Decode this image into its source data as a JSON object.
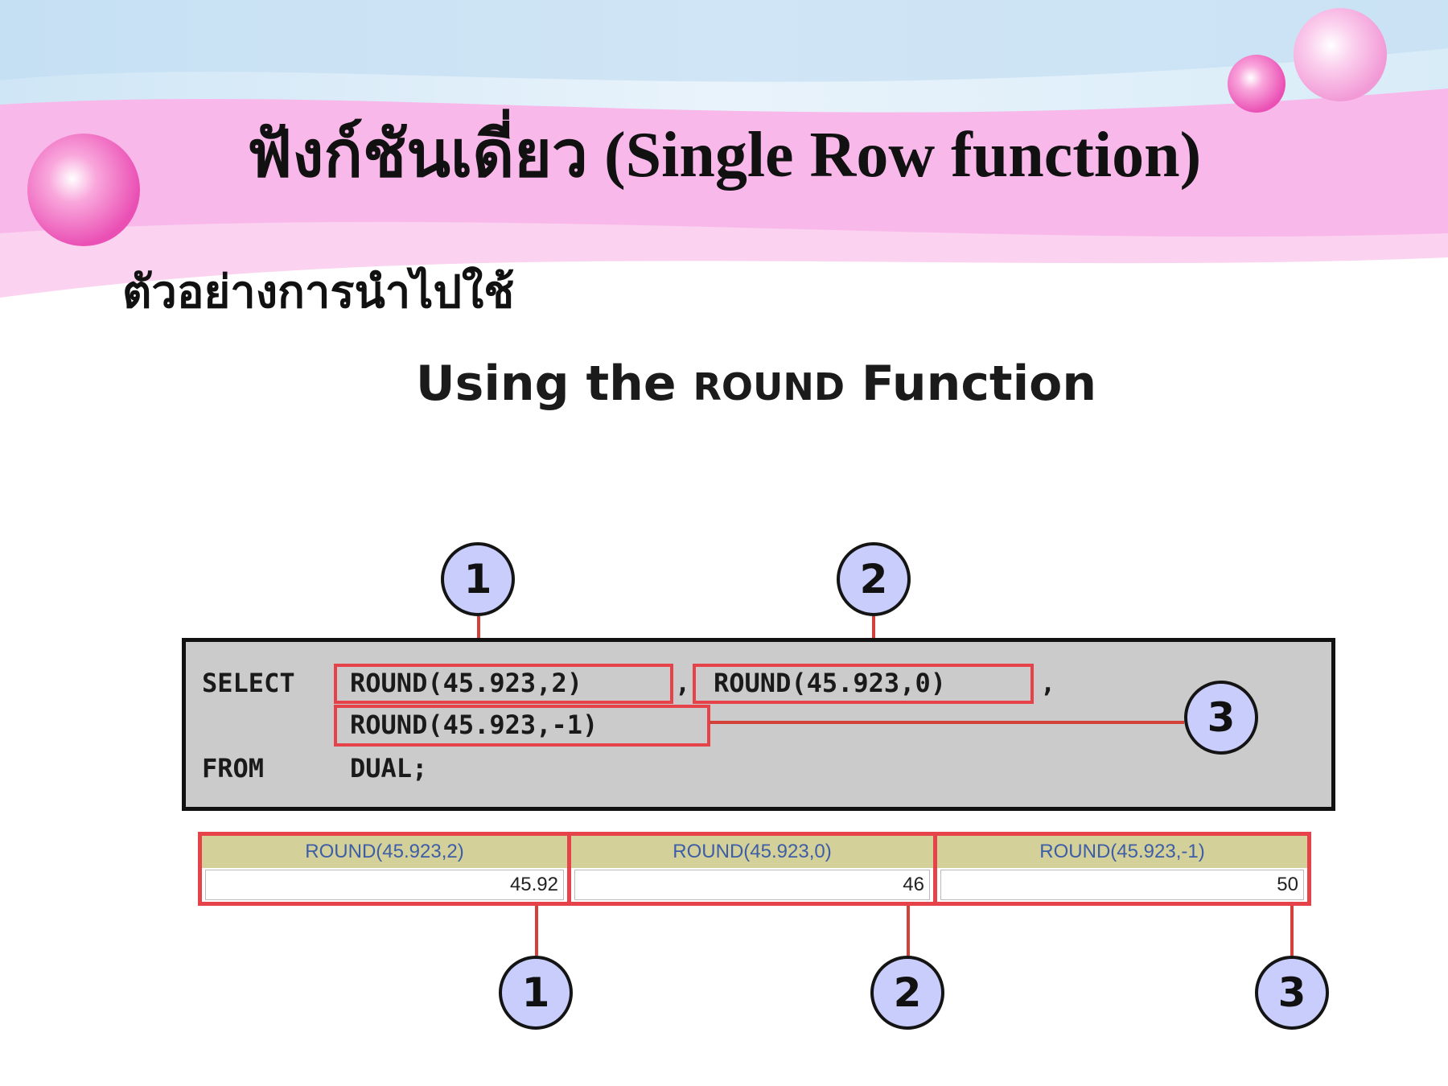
{
  "slide": {
    "title": "ฟังก์ชันเดี่ยว (Single Row function)",
    "subtitle": "ตัวอย่างการนำไปใช้",
    "heading_prefix": "Using the ",
    "heading_keyword": "ROUND",
    "heading_suffix": " Function"
  },
  "code": {
    "select_kw": "SELECT",
    "expr1": "ROUND(45.923,2)",
    "comma1": ",",
    "expr2": "ROUND(45.923,0)",
    "comma2": ",",
    "expr3": "ROUND(45.923,-1)",
    "from_kw": "FROM",
    "from_table": "DUAL;"
  },
  "callouts": {
    "top": [
      "1",
      "2"
    ],
    "right": "3",
    "bottom": [
      "1",
      "2",
      "3"
    ]
  },
  "result": {
    "columns": [
      "ROUND(45.923,2)",
      "ROUND(45.923,0)",
      "ROUND(45.923,-1)"
    ],
    "values": [
      "45.92",
      "46",
      "50"
    ]
  },
  "colors": {
    "callout_fill": "#c9cdfb",
    "highlight_red": "#e5424a",
    "code_bg": "#cbcbcb",
    "header_bg": "#d4d09a",
    "header_text": "#3d5ea6",
    "banner_pink": "#f9b8ea"
  }
}
